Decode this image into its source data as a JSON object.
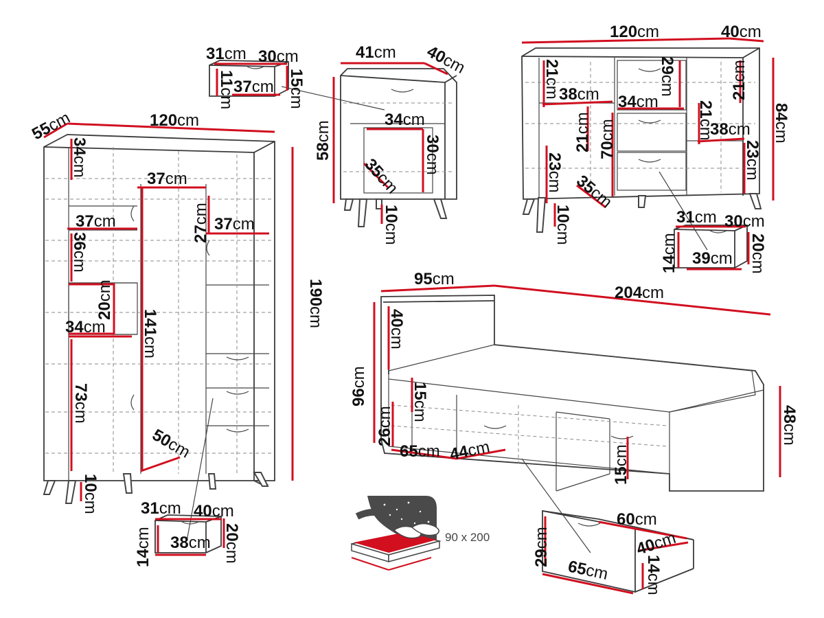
{
  "wardrobe": {
    "width": "120",
    "depth": "55",
    "height": "190",
    "top_shelf": "34",
    "shelf_left": "37",
    "middle_compartment": "37",
    "right_shelf": "37",
    "right_gap": "27",
    "left_compartment": "36",
    "niche_height": "20",
    "niche_width": "34",
    "hanging_height": "141",
    "lower_left": "73",
    "inner_depth": "50",
    "legs": "10"
  },
  "wardrobe_drawer": {
    "width": "31",
    "depth": "40",
    "inner_width": "38",
    "height": "14",
    "outer_height": "20"
  },
  "small_drawer": {
    "width": "31",
    "depth": "30",
    "height": "11",
    "inner_width": "37",
    "outer_height": "15"
  },
  "nightstand": {
    "width": "41",
    "depth": "40",
    "height": "58",
    "inner_width": "34",
    "inner_height": "30",
    "inner_depth": "35",
    "legs": "10"
  },
  "sideboard": {
    "width": "120",
    "depth": "40",
    "height": "84",
    "top_left": "21",
    "top_shelf_left": "38",
    "top_drawer": "29",
    "drawer_width": "34",
    "top_right": "21",
    "left_mid": "21",
    "center": "70",
    "right_mid": "21",
    "right_shelf": "38",
    "bottom_left": "23",
    "bottom_right": "23",
    "inner_depth": "35",
    "legs": "10"
  },
  "sideboard_drawer": {
    "width": "31",
    "depth": "30",
    "height": "14",
    "inner_width": "39",
    "outer_height": "20"
  },
  "bed": {
    "width": "95",
    "length": "204",
    "height": "96",
    "headboard": "40",
    "mattress_gap": "15",
    "base": "26",
    "compartment_a": "65",
    "compartment_b": "44",
    "drawer_height": "15",
    "side_height": "48"
  },
  "bed_drawer": {
    "height": "29",
    "width": "65",
    "depth": "60",
    "inner_depth": "40",
    "inner_height": "14"
  },
  "mattress": {
    "size": "90 x 200"
  },
  "unit": "cm"
}
